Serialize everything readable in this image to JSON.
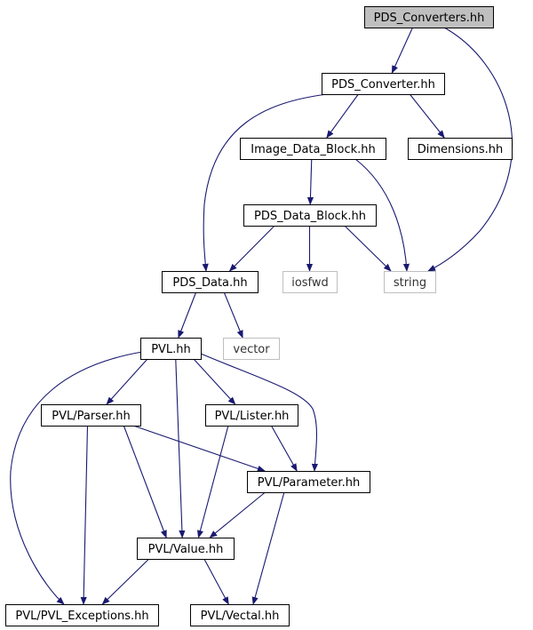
{
  "graph": {
    "colors": {
      "edge": "#191970",
      "box": "#000000",
      "missing": "#bfbfbf",
      "root_fill": "#bfbfbf"
    },
    "nodes": [
      {
        "id": "root",
        "label": "PDS_Converters.hh",
        "kind": "root"
      },
      {
        "id": "conv",
        "label": "PDS_Converter.hh",
        "kind": "normal"
      },
      {
        "id": "idb",
        "label": "Image_Data_Block.hh",
        "kind": "normal"
      },
      {
        "id": "dims",
        "label": "Dimensions.hh",
        "kind": "normal"
      },
      {
        "id": "pdb",
        "label": "PDS_Data_Block.hh",
        "kind": "normal"
      },
      {
        "id": "pdsdata",
        "label": "PDS_Data.hh",
        "kind": "normal"
      },
      {
        "id": "iosfwd",
        "label": "iosfwd",
        "kind": "missing"
      },
      {
        "id": "string",
        "label": "string",
        "kind": "missing"
      },
      {
        "id": "pvl",
        "label": "PVL.hh",
        "kind": "normal"
      },
      {
        "id": "vector",
        "label": "vector",
        "kind": "missing"
      },
      {
        "id": "parser",
        "label": "PVL/Parser.hh",
        "kind": "normal"
      },
      {
        "id": "lister",
        "label": "PVL/Lister.hh",
        "kind": "normal"
      },
      {
        "id": "param",
        "label": "PVL/Parameter.hh",
        "kind": "normal"
      },
      {
        "id": "value",
        "label": "PVL/Value.hh",
        "kind": "normal"
      },
      {
        "id": "exc",
        "label": "PVL/PVL_Exceptions.hh",
        "kind": "normal"
      },
      {
        "id": "vectal",
        "label": "PVL/Vectal.hh",
        "kind": "normal"
      }
    ],
    "edges": [
      [
        "root",
        "conv"
      ],
      [
        "root",
        "string"
      ],
      [
        "conv",
        "idb"
      ],
      [
        "conv",
        "dims"
      ],
      [
        "conv",
        "pdsdata"
      ],
      [
        "idb",
        "pdb"
      ],
      [
        "idb",
        "string"
      ],
      [
        "pdb",
        "pdsdata"
      ],
      [
        "pdb",
        "iosfwd"
      ],
      [
        "pdb",
        "string"
      ],
      [
        "pdsdata",
        "pvl"
      ],
      [
        "pdsdata",
        "vector"
      ],
      [
        "pvl",
        "parser"
      ],
      [
        "pvl",
        "lister"
      ],
      [
        "pvl",
        "param"
      ],
      [
        "pvl",
        "value"
      ],
      [
        "pvl",
        "exc"
      ],
      [
        "parser",
        "param"
      ],
      [
        "parser",
        "value"
      ],
      [
        "parser",
        "exc"
      ],
      [
        "lister",
        "param"
      ],
      [
        "lister",
        "value"
      ],
      [
        "param",
        "value"
      ],
      [
        "param",
        "vectal"
      ],
      [
        "value",
        "exc"
      ],
      [
        "value",
        "vectal"
      ]
    ]
  }
}
